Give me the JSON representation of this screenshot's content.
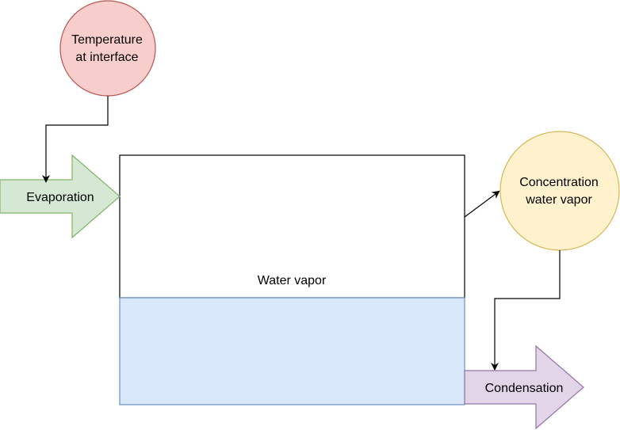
{
  "nodes": {
    "temperature": {
      "line1": "Temperature",
      "line2": "at interface",
      "fill": "#f8cecc",
      "stroke": "#b85450"
    },
    "concentration": {
      "line1": "Concentration",
      "line2": "water vapor",
      "fill": "#fff2cc",
      "stroke": "#d6b656"
    },
    "evaporation": {
      "label": "Evaporation",
      "fill": "#d5e8d4",
      "stroke": "#82b366"
    },
    "condensation": {
      "label": "Condensation",
      "fill": "#e1d5e7",
      "stroke": "#9673a6"
    },
    "vapor_region": {
      "label": "Water vapor",
      "fill": "#ffffff",
      "stroke": "#000000"
    },
    "liquid_region": {
      "fill": "#dae8fc",
      "stroke": "#6c8ebf"
    }
  }
}
